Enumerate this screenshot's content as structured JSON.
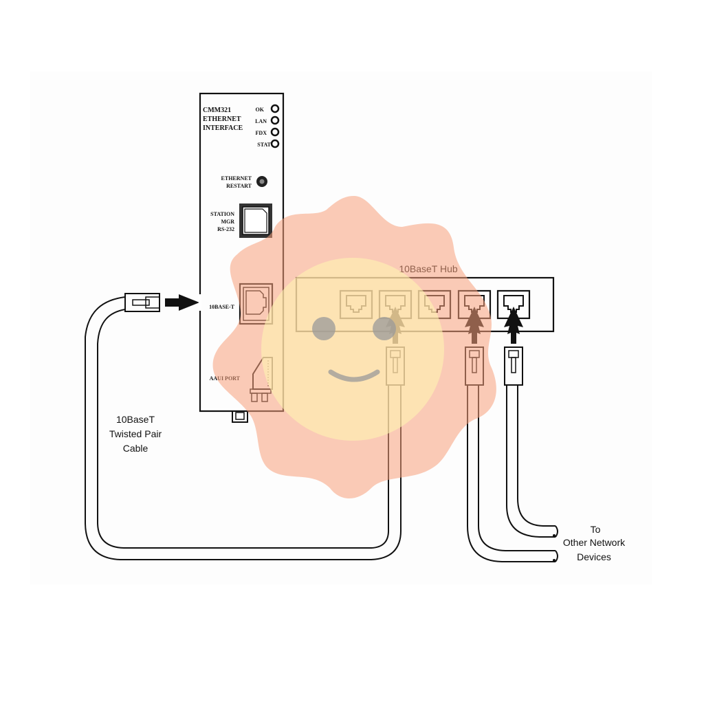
{
  "diagram": {
    "title": "CMM321 Ethernet Interface to 10BaseT Hub connection",
    "module": {
      "name_lines": [
        "CMM321",
        "ETHERNET",
        "INTERFACE"
      ],
      "leds": [
        {
          "label": "OK"
        },
        {
          "label": "LAN"
        },
        {
          "label": "FDX"
        },
        {
          "label": "STAT"
        }
      ],
      "restart_label_lines": [
        "ETHERNET",
        "RESTART"
      ],
      "station_mgr_label_lines": [
        "STATION",
        "MGR",
        "RS-232"
      ],
      "port_10baset_label": "10BASE-T",
      "aaui_label": "AAUI PORT"
    },
    "hub": {
      "label": "10BaseT Hub",
      "ports": [
        {
          "index": 1,
          "connected": false
        },
        {
          "index": 2,
          "connected": true
        },
        {
          "index": 3,
          "connected": false
        },
        {
          "index": 4,
          "connected": true
        },
        {
          "index": 5,
          "connected": true
        }
      ]
    },
    "cable_label_lines": [
      "10BaseT",
      "Twisted Pair",
      "Cable"
    ],
    "other_devices_label_lines": [
      "To",
      "Other Network",
      "Devices"
    ],
    "overlay": {
      "sun_color": "#f7a07c",
      "face_color": "#fff3b0",
      "feature_color": "#9a9a9a"
    }
  }
}
